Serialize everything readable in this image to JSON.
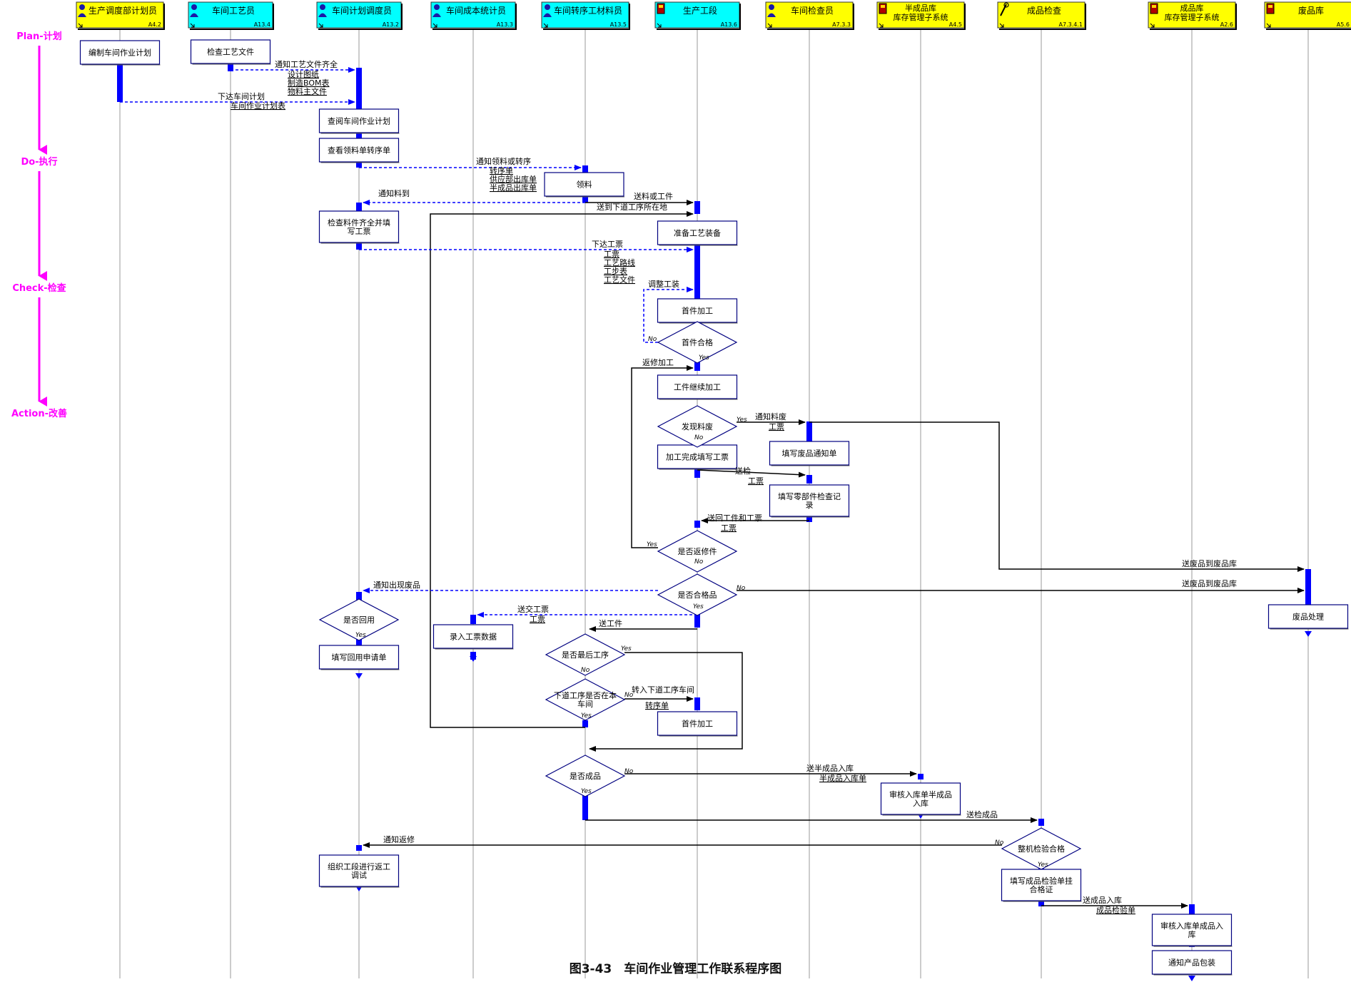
{
  "phases": [
    "Plan-计划",
    "Do-执行",
    "Check-检查",
    "Action-改善"
  ],
  "caption": "图3-43　车间作业管理工作联系程序图",
  "colors": {
    "lane_cyan": "#00ffff",
    "lane_yellow": "#ffff00",
    "phase": "#ff00ff",
    "bar": "#0000ff",
    "box_border": "#000080",
    "arrow": "#000000"
  },
  "lanes": [
    {
      "id": "L1",
      "label": "生产调度部计划员",
      "code": "A4.2",
      "fill": "yellow",
      "icon": "person-icon"
    },
    {
      "id": "L2",
      "label": "车间工艺员",
      "code": "A13.4",
      "fill": "cyan",
      "icon": "person-icon"
    },
    {
      "id": "L3",
      "label": "车间计划调度员",
      "code": "A13.2",
      "fill": "cyan",
      "icon": "person-icon"
    },
    {
      "id": "L4",
      "label": "车间成本统计员",
      "code": "A13.3",
      "fill": "cyan",
      "icon": "person-icon"
    },
    {
      "id": "L5",
      "label": "车间转序工材料员",
      "code": "A13.5",
      "fill": "cyan",
      "icon": "person-icon"
    },
    {
      "id": "L6",
      "label": "生产工段",
      "code": "A13.6",
      "fill": "cyan",
      "icon": "machine-icon"
    },
    {
      "id": "L7",
      "label": "车间检查员",
      "code": "A7.3.3",
      "fill": "yellow",
      "icon": "person-icon"
    },
    {
      "id": "L8",
      "label": "半成品库\n库存管理子系统",
      "code": "A4.5",
      "fill": "yellow",
      "icon": "machine-icon"
    },
    {
      "id": "L9",
      "label": "成品检查",
      "code": "A7.3.4.1",
      "fill": "yellow",
      "icon": "tool-icon"
    },
    {
      "id": "L10",
      "label": "成品库\n库存管理子系统",
      "code": "A2.6",
      "fill": "yellow",
      "icon": "machine-icon"
    },
    {
      "id": "L11",
      "label": "废品库",
      "code": "A5.6",
      "fill": "yellow",
      "icon": "machine-icon"
    }
  ],
  "activities": [
    {
      "id": "a1",
      "lane": "L1",
      "text": "编制车间作业计划"
    },
    {
      "id": "a2",
      "lane": "L2",
      "text": "检查工艺文件"
    },
    {
      "id": "a3",
      "lane": "L3",
      "text": "查阅车间作业计划"
    },
    {
      "id": "a4",
      "lane": "L3",
      "text": "查看领料单转序单"
    },
    {
      "id": "a5",
      "lane": "L5",
      "text": "领料"
    },
    {
      "id": "a6",
      "lane": "L3",
      "text": "检查料件齐全并填\n写工票"
    },
    {
      "id": "a7",
      "lane": "L6",
      "text": "准备工艺装备"
    },
    {
      "id": "a8",
      "lane": "L6",
      "text": "首件加工"
    },
    {
      "id": "a9",
      "lane": "L6",
      "text": "工件继续加工"
    },
    {
      "id": "a10",
      "lane": "L7",
      "text": "填写废品通知单"
    },
    {
      "id": "a11",
      "lane": "L6",
      "text": "加工完成填写工票"
    },
    {
      "id": "a12",
      "lane": "L7",
      "text": "填写零部件检查记\n录"
    },
    {
      "id": "a13",
      "lane": "L11",
      "text": "废品处理"
    },
    {
      "id": "a14",
      "lane": "L3",
      "text": "填写回用申请单"
    },
    {
      "id": "a15",
      "lane": "L4",
      "text": "录入工票数据"
    },
    {
      "id": "a16",
      "lane": "L6",
      "text": "首件加工"
    },
    {
      "id": "a17",
      "lane": "L8",
      "text": "审核入库单半成品\n入库"
    },
    {
      "id": "a18",
      "lane": "L3",
      "text": "组织工段进行返工\n调试"
    },
    {
      "id": "a19",
      "lane": "L9",
      "text": "填写成品检验单挂\n合格证"
    },
    {
      "id": "a20",
      "lane": "L10",
      "text": "审核入库单成品入\n库"
    },
    {
      "id": "a21",
      "lane": "L10",
      "text": "通知产品包装"
    }
  ],
  "decisions": [
    {
      "id": "d1",
      "text": "首件合格"
    },
    {
      "id": "d2",
      "text": "发现料废"
    },
    {
      "id": "d3",
      "text": "是否返修件"
    },
    {
      "id": "d4",
      "text": "是否合格品"
    },
    {
      "id": "d5",
      "text": "是否回用"
    },
    {
      "id": "d6",
      "text": "是否最后工序"
    },
    {
      "id": "d7",
      "text": "下道工序是否在本\n车间"
    },
    {
      "id": "d8",
      "text": "是否成品"
    },
    {
      "id": "d9",
      "text": "整机检验合格"
    }
  ],
  "yes_label": "Yes",
  "no_label": "No",
  "messages": [
    {
      "id": "m1",
      "text": "通知工艺文件齐全"
    },
    {
      "id": "m1b",
      "text": "设计图纸\n制造BOM表\n物料主文件"
    },
    {
      "id": "m2",
      "text": "下达车间计划"
    },
    {
      "id": "m2b",
      "text": "车间作业计划表"
    },
    {
      "id": "m3",
      "text": "通知领料或转序"
    },
    {
      "id": "m3b",
      "text": "转序单\n供应部出库单\n半成品出库单"
    },
    {
      "id": "m4",
      "text": "通知料到"
    },
    {
      "id": "m5",
      "text": "送料或工件"
    },
    {
      "id": "m6",
      "text": "送到下道工序所在地"
    },
    {
      "id": "m7",
      "text": "下达工票"
    },
    {
      "id": "m7b",
      "text": "工票\n工艺路线\n工步表\n工艺文件"
    },
    {
      "id": "m8",
      "text": "调整工装"
    },
    {
      "id": "m9",
      "text": "返修加工"
    },
    {
      "id": "m10",
      "text": "通知料废"
    },
    {
      "id": "m10b",
      "text": "工票"
    },
    {
      "id": "m11",
      "text": "送检"
    },
    {
      "id": "m11b",
      "text": "工票"
    },
    {
      "id": "m12",
      "text": "送回工件和工票"
    },
    {
      "id": "m12b",
      "text": "工票"
    },
    {
      "id": "m13",
      "text": "送废品到废品库"
    },
    {
      "id": "m14",
      "text": "送废品到废品库"
    },
    {
      "id": "m15",
      "text": "通知出现废品"
    },
    {
      "id": "m16",
      "text": "送交工票"
    },
    {
      "id": "m16b",
      "text": "工票"
    },
    {
      "id": "m17",
      "text": "送工件"
    },
    {
      "id": "m18",
      "text": "转入下道工序车间"
    },
    {
      "id": "m18b",
      "text": "转序单"
    },
    {
      "id": "m19",
      "text": "送半成品入库"
    },
    {
      "id": "m19b",
      "text": "半成品入库单"
    },
    {
      "id": "m20",
      "text": "送检成品"
    },
    {
      "id": "m21",
      "text": "通知返修"
    },
    {
      "id": "m22",
      "text": "送成品入库"
    },
    {
      "id": "m22b",
      "text": "成品检验单"
    }
  ]
}
